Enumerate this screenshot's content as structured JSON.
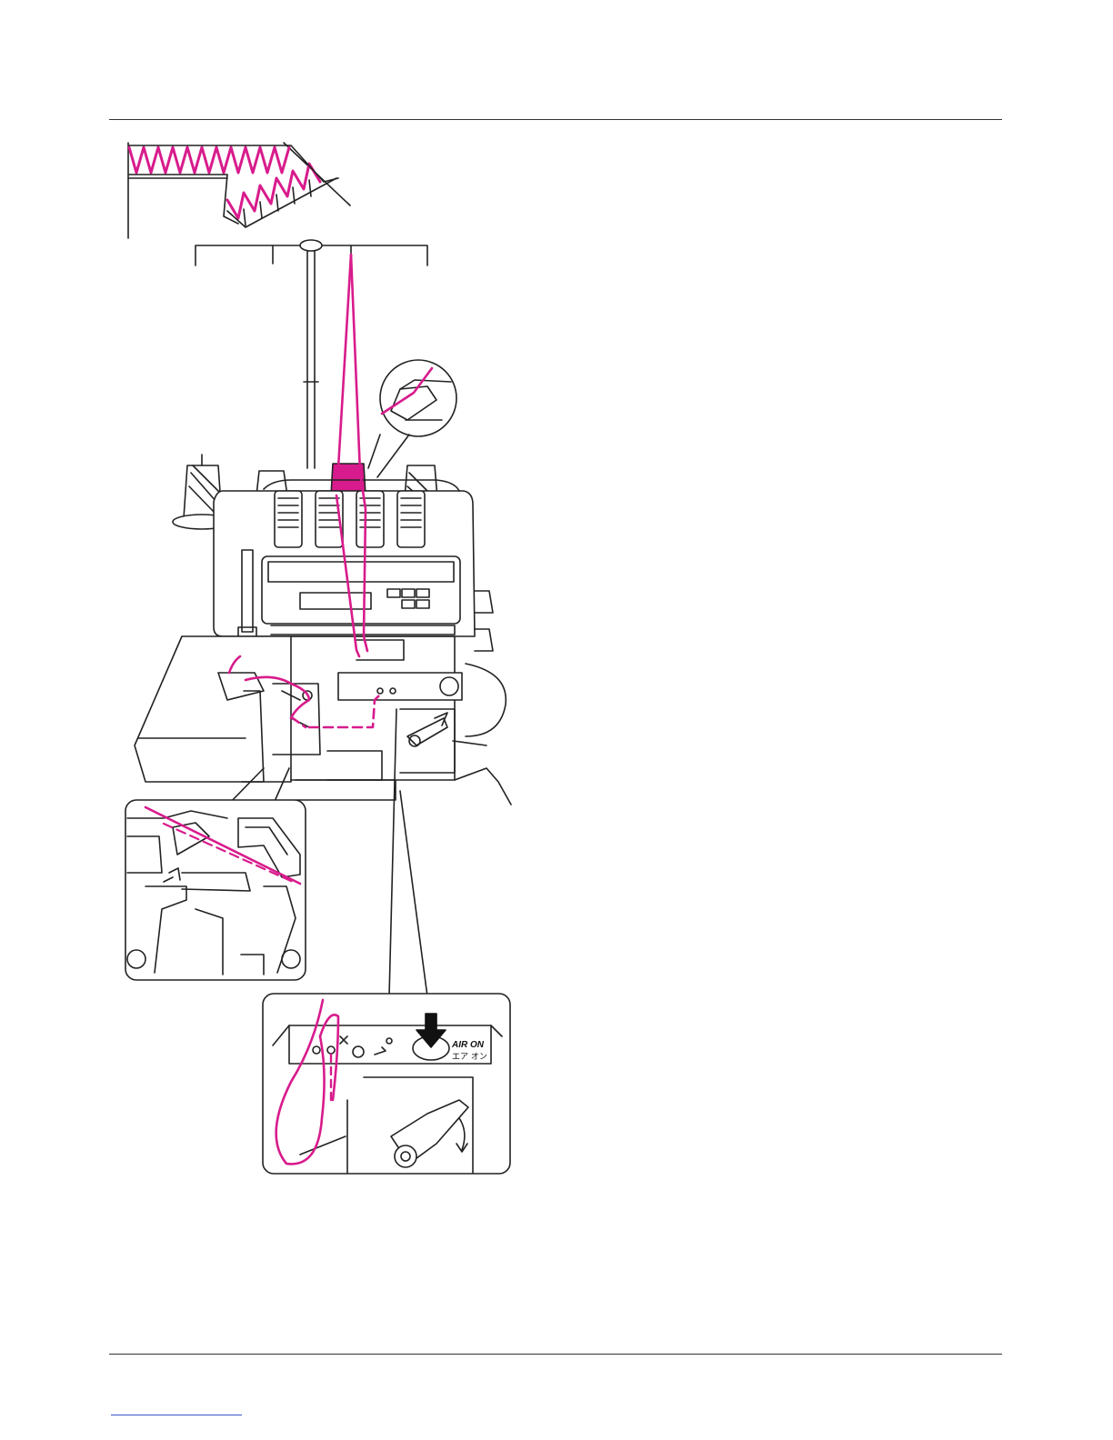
{
  "colors": {
    "thread": "#d81b8c",
    "line": "#222222",
    "rule": "#333333",
    "link": "#3a55c8"
  },
  "detail_air": {
    "label_en": "AIR ON",
    "label_jp": "エア オン"
  },
  "icons": [
    "stitch-sample",
    "thread-stand",
    "thread-guide-detail",
    "looper-detail",
    "air-button-detail",
    "down-arrow-icon"
  ]
}
